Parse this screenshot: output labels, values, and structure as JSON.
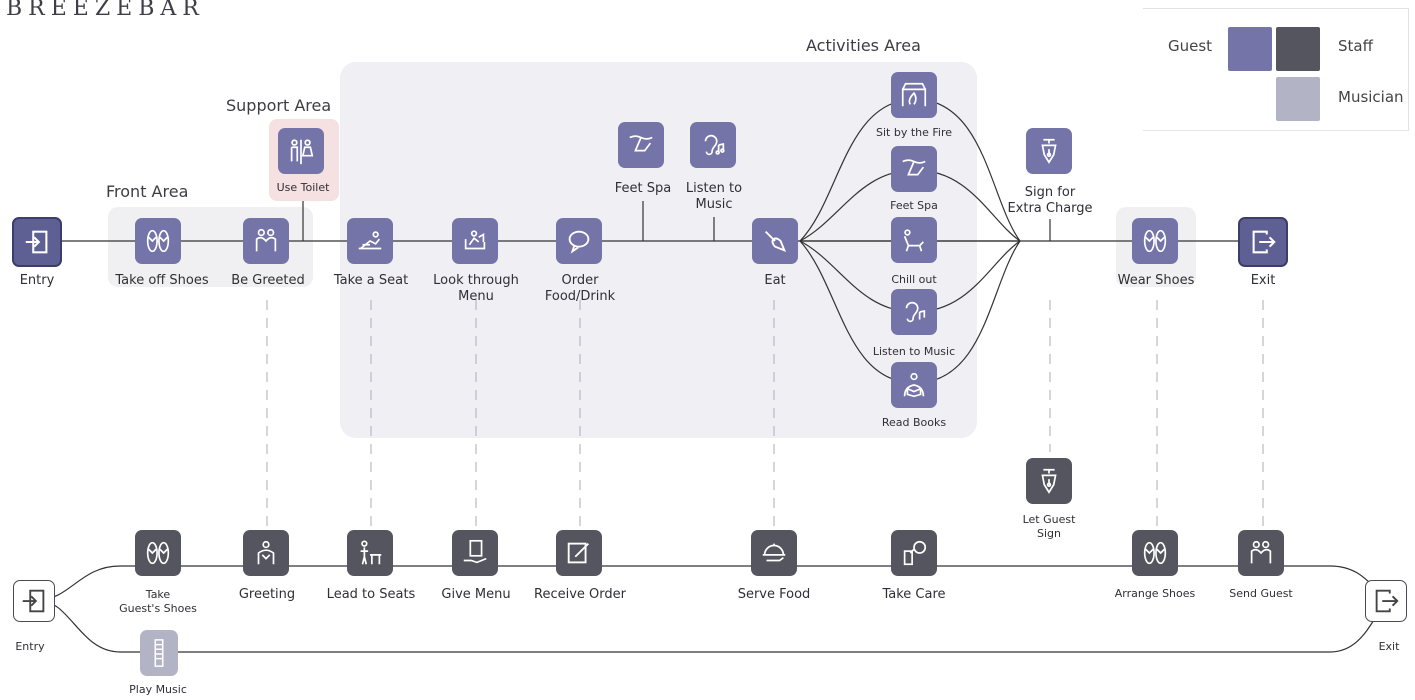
{
  "brand": "BREEZEBAR",
  "areas": {
    "front": "Front Area",
    "support": "Support Area",
    "activities": "Activities Area"
  },
  "legend": {
    "guest": "Guest",
    "staff": "Staff",
    "musician": "Musician",
    "guest_color": "#7474a8",
    "staff_color": "#55555f",
    "musician_color": "#b3b3c6"
  },
  "guest_flow": {
    "entry": "Entry",
    "take_off_shoes": "Take off Shoes",
    "be_greeted": "Be Greeted",
    "use_toilet": "Use Toilet",
    "take_a_seat": "Take a Seat",
    "look_through_menu": "Look through\nMenu",
    "order": "Order\nFood/Drink",
    "feet_spa": "Feet Spa",
    "listen_to_music": "Listen to\nMusic",
    "eat": "Eat",
    "sign_extra": "Sign for\nExtra Charge",
    "wear_shoes": "Wear Shoes",
    "exit": "Exit"
  },
  "activities": {
    "sit_by_fire": "Sit by the Fire",
    "feet_spa": "Feet Spa",
    "chill_out": "Chill out",
    "listen_music": "Listen to Music",
    "read_books": "Read Books"
  },
  "staff_flow": {
    "entry": "Entry",
    "take_shoes": "Take\nGuest's Shoes",
    "greeting": "Greeting",
    "lead_to_seats": "Lead to Seats",
    "give_menu": "Give Menu",
    "receive_order": "Receive Order",
    "serve_food": "Serve Food",
    "take_care": "Take Care",
    "let_guest_sign": "Let Guest\nSign",
    "arrange_shoes": "Arrange Shoes",
    "send_guest": "Send Guest",
    "exit": "Exit",
    "play_music": "Play Music"
  },
  "icons": {
    "entry": "door-enter-icon",
    "shoes": "flip-flops-icon",
    "greet": "people-greeting-icon",
    "toilet": "restroom-icon",
    "seat": "person-lounging-icon",
    "menu": "person-reading-menu-icon",
    "order": "speech-bubble-icon",
    "feet": "foot-spa-icon",
    "music": "ear-music-icon",
    "eat": "spoon-icon",
    "fire": "fireplace-icon",
    "chill": "reclining-chair-icon",
    "books": "reading-person-icon",
    "sign": "pen-nib-icon",
    "exit": "door-exit-icon",
    "lead": "usher-icon",
    "give_menu": "hand-menu-icon",
    "receive": "edit-note-icon",
    "serve": "cloche-icon",
    "care": "teapot-icon",
    "play": "keyboard-strip-icon"
  }
}
